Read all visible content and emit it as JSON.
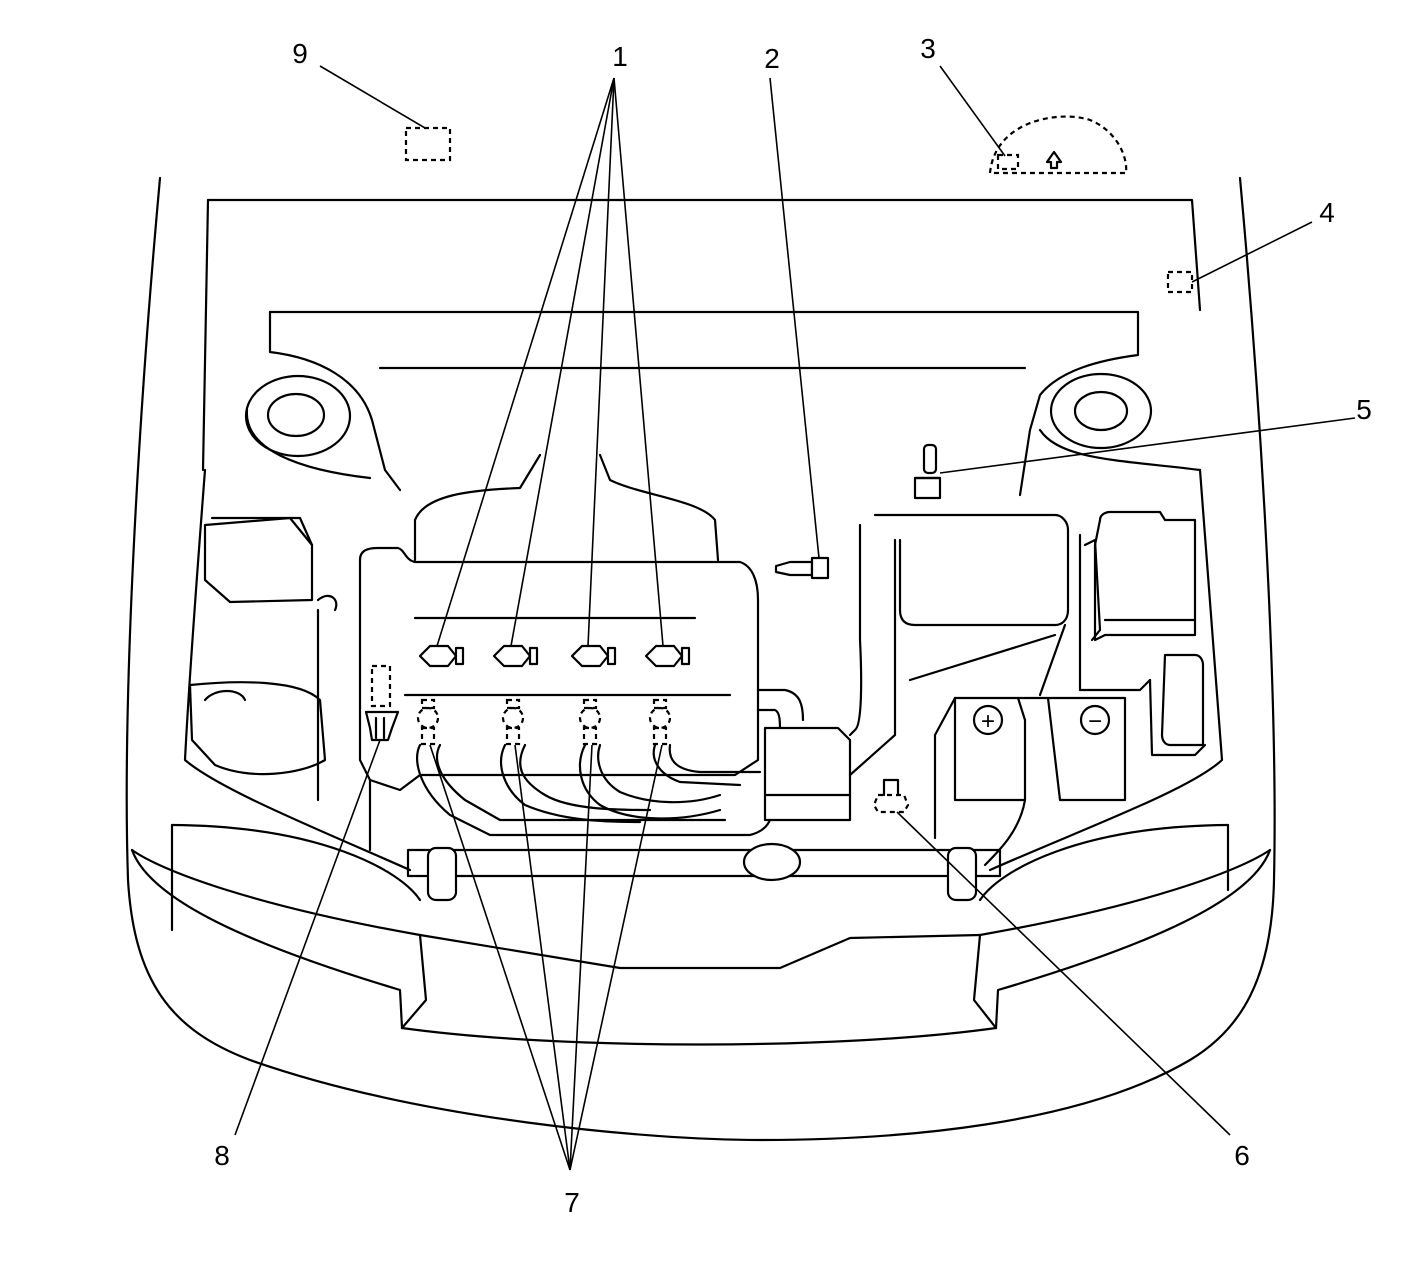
{
  "callouts": [
    {
      "id": "1",
      "label": "1"
    },
    {
      "id": "2",
      "label": "2"
    },
    {
      "id": "3",
      "label": "3"
    },
    {
      "id": "4",
      "label": "4"
    },
    {
      "id": "5",
      "label": "5"
    },
    {
      "id": "6",
      "label": "6"
    },
    {
      "id": "7",
      "label": "7"
    },
    {
      "id": "8",
      "label": "8"
    },
    {
      "id": "9",
      "label": "9"
    }
  ],
  "battery": {
    "positive": "+",
    "negative": "−"
  }
}
